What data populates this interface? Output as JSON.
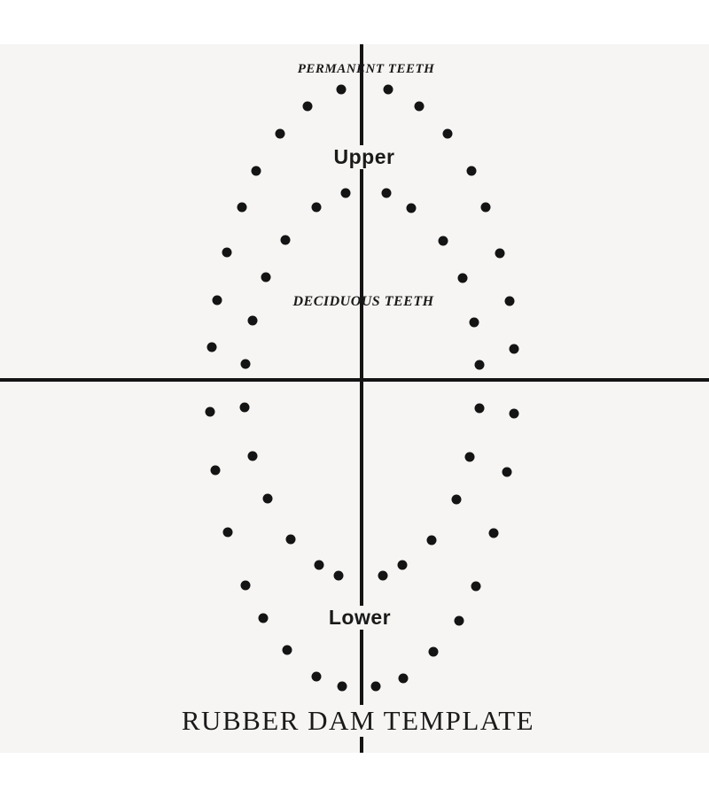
{
  "labels": {
    "permanent": "PERMANENT TEETH",
    "deciduous": "DECIDUOUS TEETH",
    "upper": "Upper",
    "lower": "Lower",
    "title": "RUBBER DAM TEMPLATE"
  },
  "colors": {
    "sheet": "#f7f5f3",
    "ink": "#141414"
  }
}
